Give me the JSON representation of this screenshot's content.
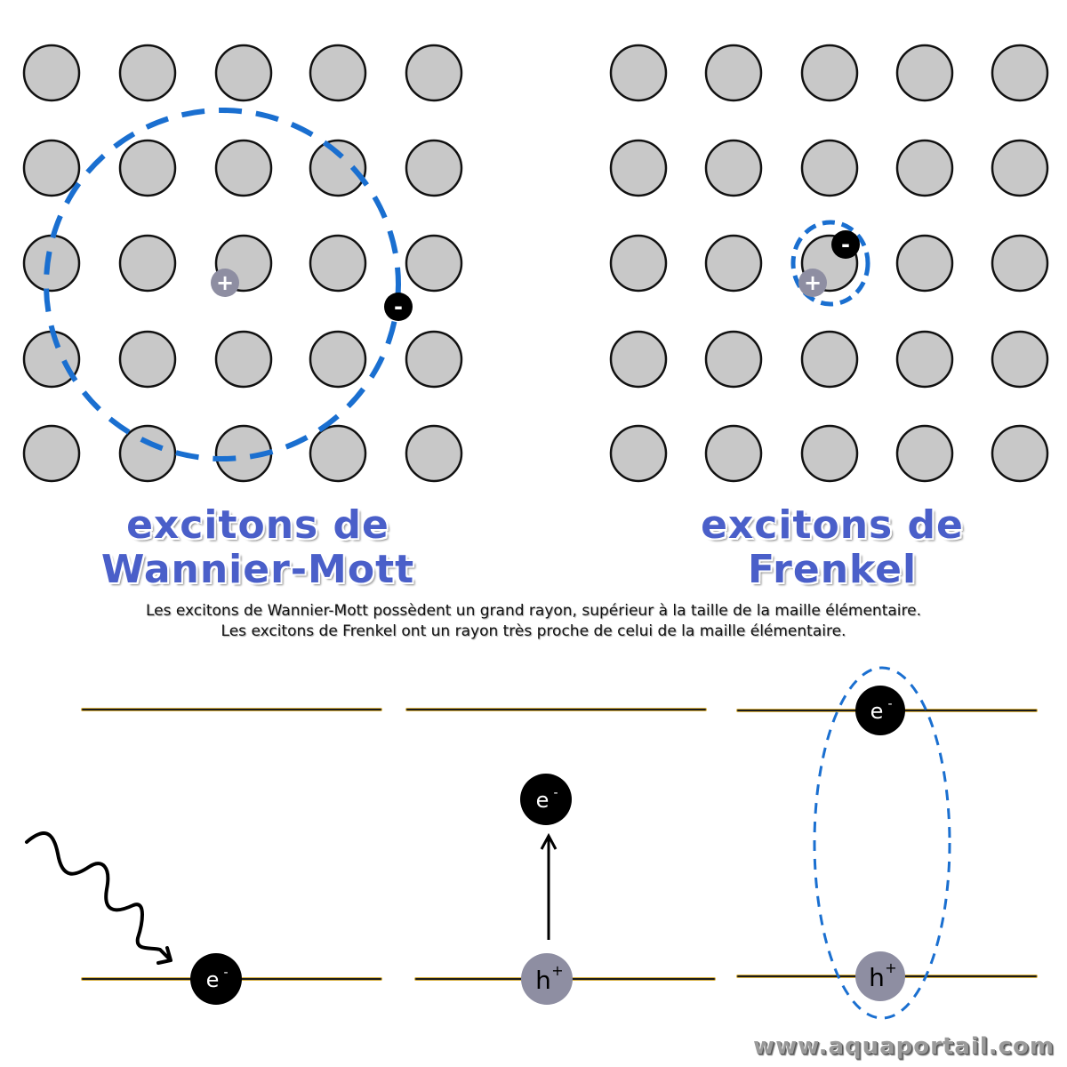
{
  "panels": {
    "wannier_mott": {
      "title_line1": "excitons de",
      "title_line2": "Wannier-Mott",
      "hole_symbol": "+",
      "electron_symbol": "-"
    },
    "frenkel": {
      "title_line1": "excitons de",
      "title_line2": "Frenkel",
      "hole_symbol": "+",
      "electron_symbol": "-"
    }
  },
  "caption": {
    "line1": "Les excitons de Wannier-Mott possèdent un grand rayon, supérieur à la taille de la maille élémentaire.",
    "line2": "Les excitons de Frenkel ont un rayon très proche de celui de la maille élémentaire."
  },
  "energy_diagram": {
    "step1": {
      "electron_label": "e",
      "electron_sup": "-"
    },
    "step2": {
      "electron_label": "e",
      "electron_sup": "-",
      "hole_label": "h",
      "hole_sup": "+"
    },
    "step3": {
      "electron_label": "e",
      "electron_sup": "-",
      "hole_label": "h",
      "hole_sup": "+"
    }
  },
  "watermark": "www.aquaportail.com",
  "colors": {
    "atom_fill": "#c8c8c8",
    "atom_stroke": "#111111",
    "exciton_dash": "#1a6fd0",
    "hole_fill": "#8e8ea2",
    "electron_fill": "#000000",
    "title_blue": "#4a5fc9",
    "level_line": "#1a1a1a",
    "level_glow": "#d8b040"
  }
}
